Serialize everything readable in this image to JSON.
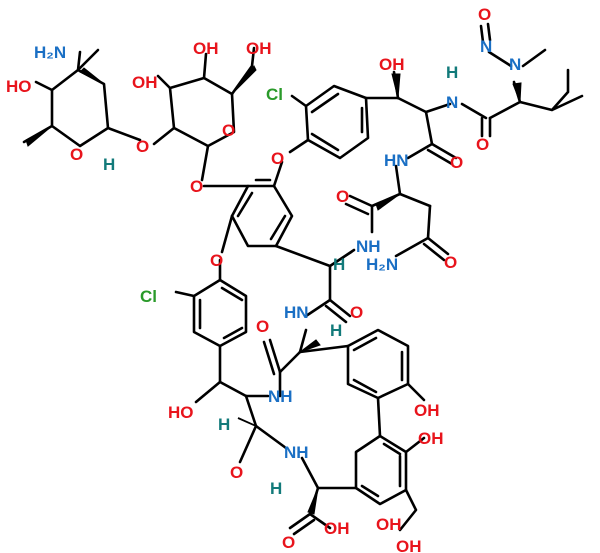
{
  "colors": {
    "oxygen": "#e8141c",
    "nitrogen": "#1a6fc4",
    "chlorine": "#2a9a2a",
    "hydrogen": "#127a7a",
    "bond": "#000000",
    "background": "#ffffff"
  },
  "atoms": {
    "nitroso_o": "O",
    "nitroso_n": "N",
    "methyl_n": "N",
    "amide_nh_top": "N",
    "amide_nh_top_h": "H",
    "benzyl_oh_top": "OH",
    "cl_top": "Cl",
    "amide_nh_mid": "HN",
    "carbonyl_o_top": "O",
    "carbonyl_o_mid": "O",
    "carbonyl_o_leu": "O",
    "ether_o_top": "O",
    "sugar_oh_4": "OH",
    "sugar_ch2oh": "OH",
    "sugar_oh_3": "OH",
    "sugar_ring_o": "O",
    "glycosidic_o": "O",
    "ether_o_aryl": "O",
    "ether_o_left": "O",
    "amino_sugar_nh2": "H₂N",
    "amino_sugar_oh": "HO",
    "amino_sugar_ring_o": "O",
    "anomeric_h": "H",
    "amide_nh_center": "NH",
    "asn_nh2": "H₂N",
    "asn_o": "O",
    "alpha_h_center": "H",
    "carbonyl_o_center": "O",
    "amide_hn_lower": "HN",
    "alpha_h_lower": "H",
    "carbonyl_o_ring": "O",
    "cl_left": "Cl",
    "amide_nh_left": "NH",
    "benzyl_oh_left": "HO",
    "alpha_h_left": "H",
    "carbonyl_o_left": "O",
    "amide_nh_bottom": "NH",
    "phenol_oh_1": "OH",
    "phenol_oh_2": "OH",
    "phenol_oh_3": "OH",
    "phenol_oh_4": "OH",
    "alpha_h_bottom": "H",
    "acid_oh": "OH",
    "acid_o": "O"
  }
}
